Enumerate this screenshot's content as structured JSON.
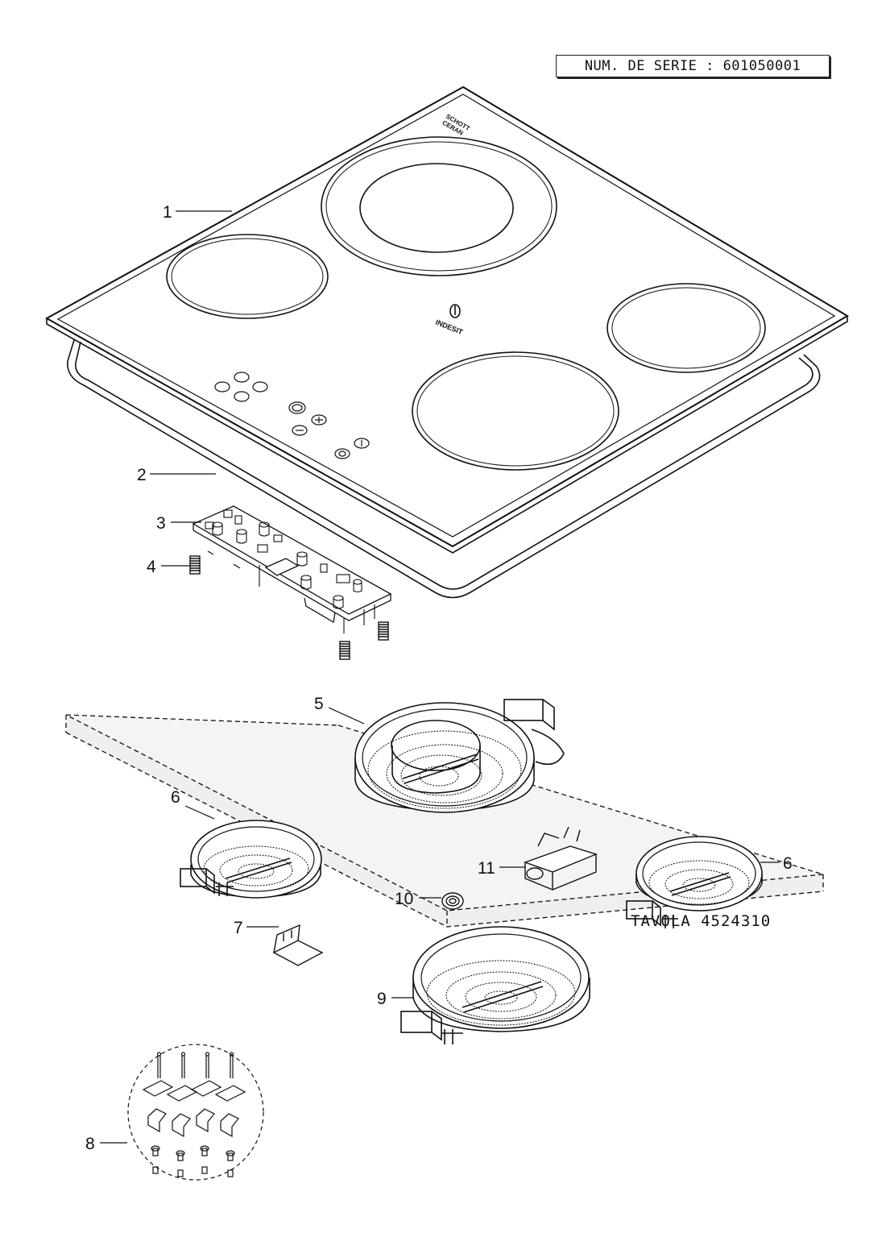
{
  "serial": "NUM. DE SERIE : 601050001",
  "tavola": "TAVOLA 4524310",
  "brand": {
    "schott_line1": "SCHOTT",
    "schott_line2": "CERAN",
    "indesit": "INDESIT"
  },
  "callouts": {
    "c1": "1",
    "c2": "2",
    "c3": "3",
    "c4": "4",
    "c5": "5",
    "c6a": "6",
    "c6b": "6",
    "c7": "7",
    "c8": "8",
    "c9": "9",
    "c10": "10",
    "c11": "11"
  }
}
